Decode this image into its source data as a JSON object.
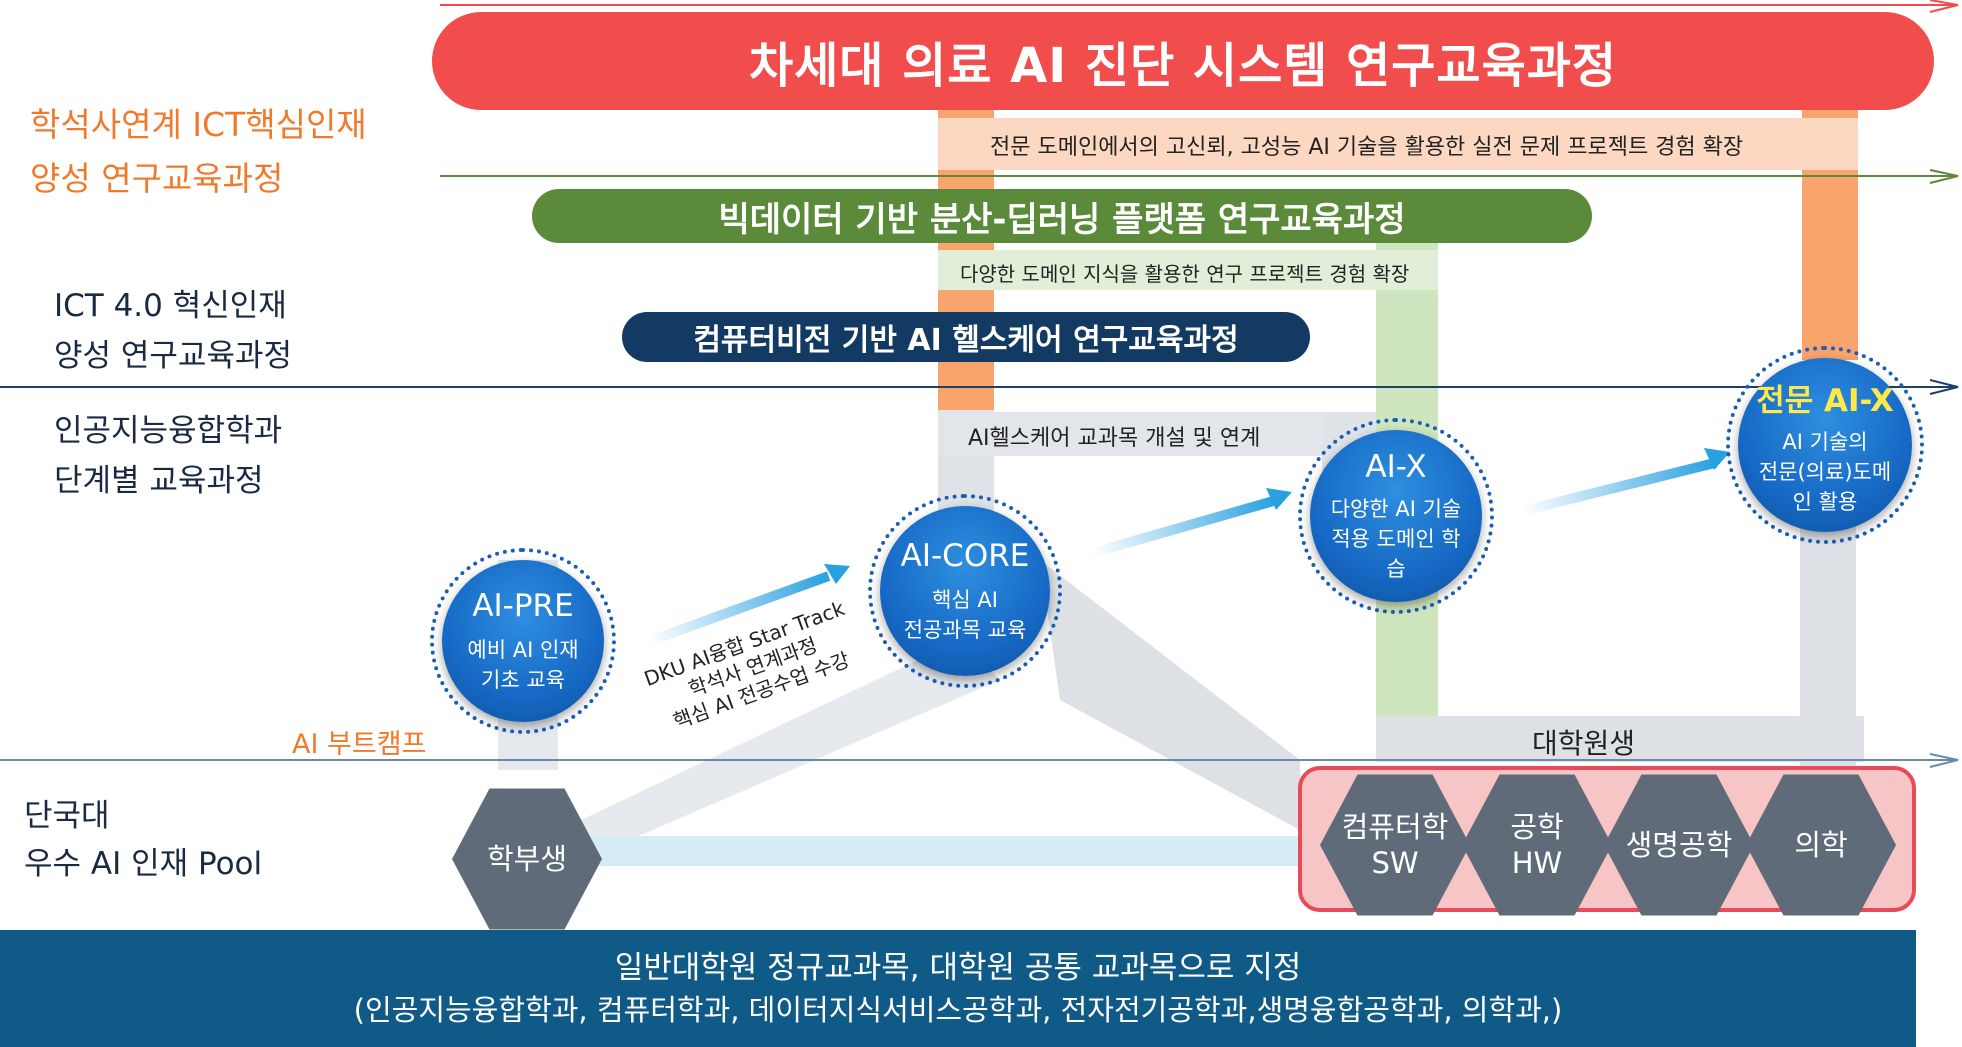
{
  "title_banner": "차세대 의료 AI 진단 시스템 연구교육과정",
  "orange_note": "전문 도메인에서의 고신뢰, 고성능 AI 기술을 활용한 실전 문제 프로젝트 경험 확장",
  "green_banner": "빅데이터 기반 분산-딥러닝 플랫폼 연구교육과정",
  "green_note": "다양한 도메인 지식을 활용한 연구 프로젝트 경험 확장",
  "navy_banner": "컴퓨터비전 기반 AI 헬스케어 연구교육과정",
  "gray_note": "AI헬스케어 교과목 개설 및 연계",
  "left_labels": {
    "ict_core_1": "학석사연계 ICT핵심인재",
    "ict_core_2": "양성 연구교육과정",
    "ict40_1": "ICT 4.0 혁신인재",
    "ict40_2": "양성 연구교육과정",
    "ai_dept_1": "인공지능융합학과",
    "ai_dept_2": "단계별 교육과정",
    "pool_1": "단국대",
    "pool_2": "우수 AI 인재 Pool"
  },
  "bootcamp": "AI 부트캠프",
  "star_track": {
    "line1": "DKU AI융합 Star Track",
    "line2": "학석사 연계과정",
    "line3": "핵심 AI 전공수업 수강"
  },
  "circles": {
    "pre": {
      "title": "AI-PRE",
      "line1": "예비 AI 인재",
      "line2": "기초 교육"
    },
    "core": {
      "title": "AI-CORE",
      "line1": "핵심 AI",
      "line2": "전공과목 교육"
    },
    "x": {
      "title": "AI-X",
      "line1": "다양한 AI 기술",
      "line2": "적용 도메인 학",
      "line3": "습"
    },
    "expert": {
      "title": "전문 AI-X",
      "line1": "AI 기술의",
      "line2": "전문(의료)도메",
      "line3": "인 활용"
    }
  },
  "grad_label": "대학원생",
  "undergrad": "학부생",
  "departments": [
    {
      "line1": "컴퓨터학",
      "line2": "SW"
    },
    {
      "line1": "공학",
      "line2": "HW"
    },
    {
      "line1": "생명공학",
      "line2": ""
    },
    {
      "line1": "의학",
      "line2": ""
    }
  ],
  "footer": {
    "line1": "일반대학원 정규교과목, 대학원 공통 교과목으로 지정",
    "line2": "(인공지능융합학과, 컴퓨터학과, 데이터지식서비스공학과, 전자전기공학과,생명융합공학과, 의학과,)"
  },
  "colors": {
    "red": "#f24d4d",
    "orange": "#f7a06a",
    "green": "#5a8a3a",
    "navy": "#133a63",
    "blue": "#1669c4",
    "footer": "#0f5a86",
    "hex": "#5f6b78"
  }
}
